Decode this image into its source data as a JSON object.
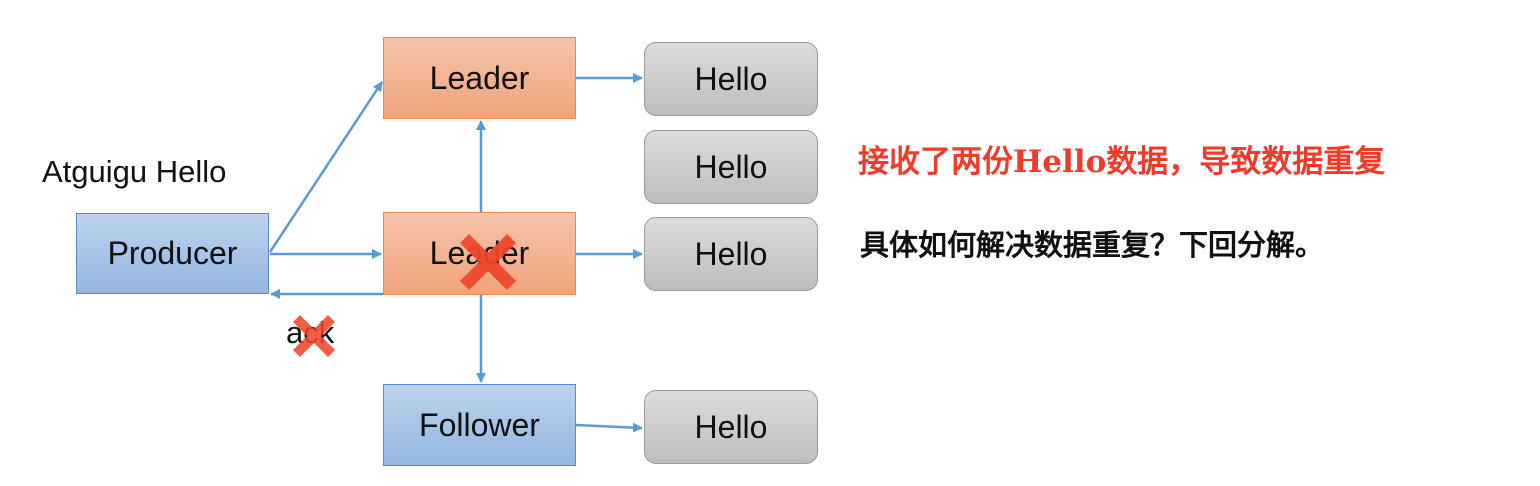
{
  "message": "Atguigu Hello",
  "nodes": {
    "producer": "Producer",
    "leader_top": "Leader",
    "leader_mid": "Leader",
    "follower": "Follower"
  },
  "data_blocks": [
    "Hello",
    "Hello",
    "Hello",
    "Hello"
  ],
  "ack_label": "ack",
  "notes": {
    "duplicate": "接收了两份Hello数据，导致数据重复",
    "question": "具体如何解决数据重复？下回分解。"
  },
  "colors": {
    "arrow": "#5b9bd5",
    "cross": "#f0472b",
    "note_red": "#f23a2a",
    "producer_fill": "#a9c5ea",
    "leader_fill": "#f3b08d",
    "hello_fill": "#cccccc"
  }
}
